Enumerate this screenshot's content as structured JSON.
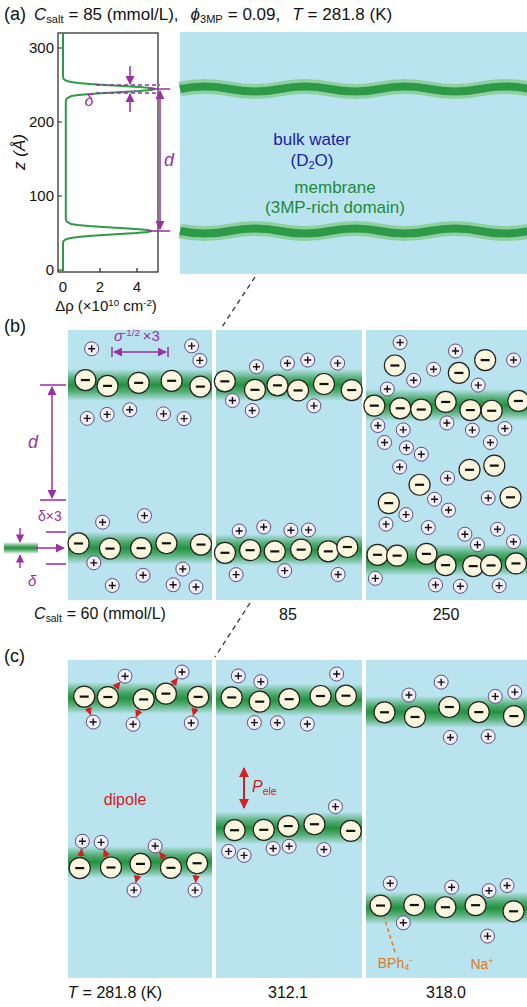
{
  "diagram": {
    "labels": [
      "(a)",
      "C",
      "salt",
      "= 85 (mmol/L),",
      "ϕ",
      "3MP",
      "= 0.09,",
      "T",
      "= 281.8 (K)",
      "z (Å)",
      "300",
      "200",
      "100",
      "0",
      "0",
      "2",
      "4",
      "Δρ (×10",
      "10",
      "cm",
      "-2",
      ")",
      "δ",
      "d",
      "bulk water",
      "(D",
      "2",
      "O)",
      "membrane",
      "(3MP-rich domain)",
      "(b)",
      "σ",
      "-1/2",
      "×3",
      "d",
      "δ×3",
      "δ",
      "C",
      "salt",
      "= 60 (mmol/L)",
      "85",
      "250",
      "(c)",
      "dipole",
      "P",
      "ele",
      "BPh",
      "4",
      "-",
      "Na",
      "+",
      "T",
      "= 281.8 (K)",
      "312.1",
      "318.0"
    ]
  }
}
